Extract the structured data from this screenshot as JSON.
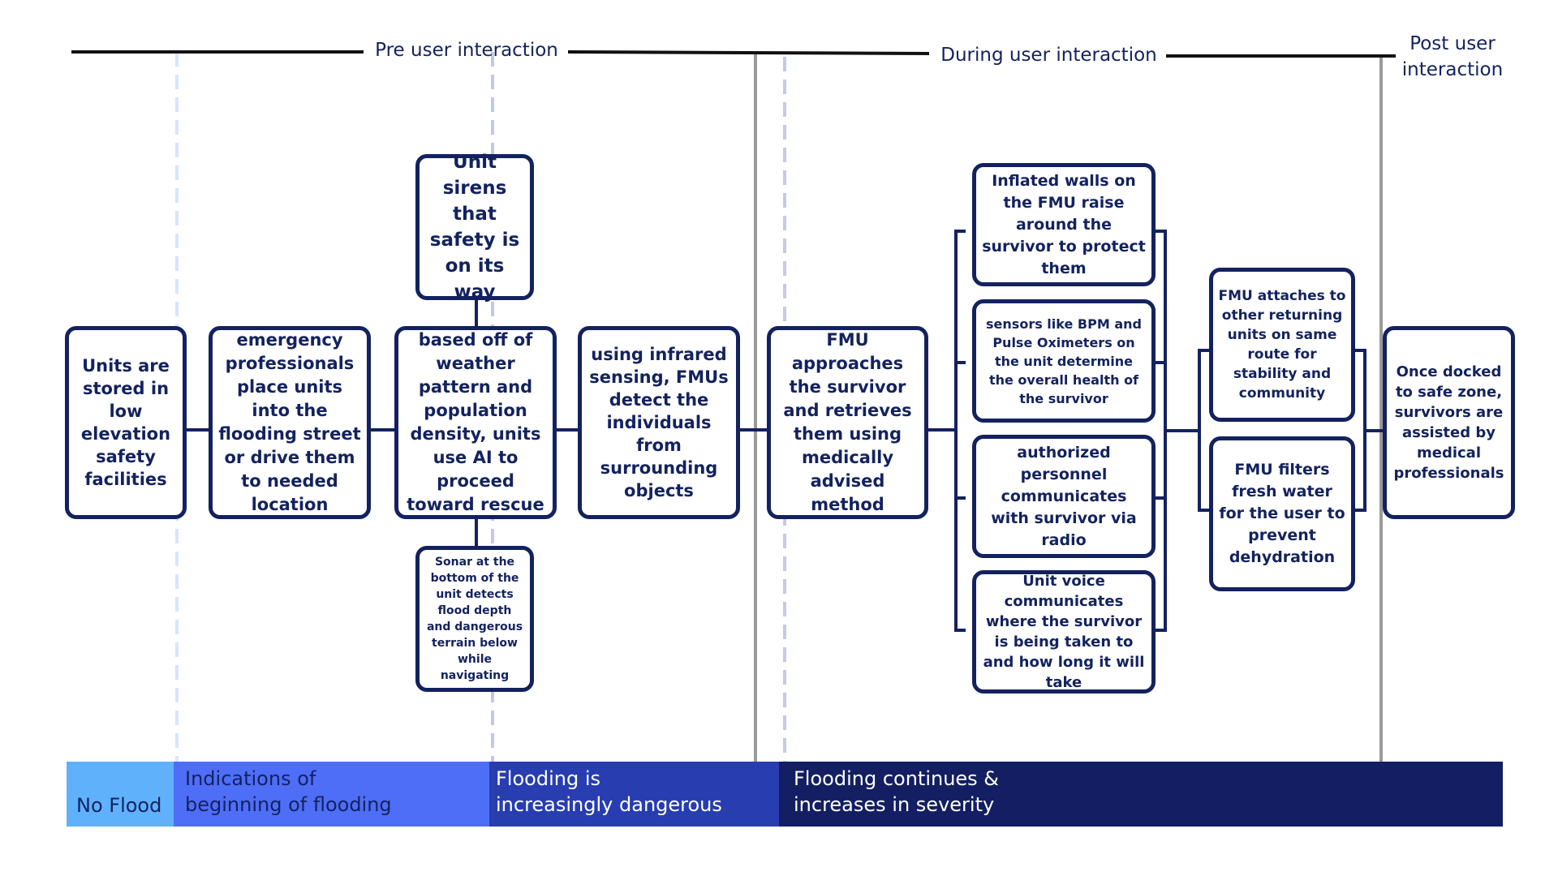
{
  "colors": {
    "node_border": "#13225f",
    "connector": "#13225f",
    "phase_line": "#111111",
    "divider_gray": "#9a9a9a",
    "divider_dash_light": "#d6e6fb",
    "divider_dash_mid": "#c5c9e0",
    "band_no_flood": "#60b1fb",
    "band_beginning": "#4e6ef7",
    "band_dangerous": "#273db0",
    "band_severe": "#131f62"
  },
  "phases": {
    "pre": "Pre user interaction",
    "during": "During user interaction",
    "post": "Post user interaction"
  },
  "nodes": {
    "stored": "Units are stored in low elevation safety facilities",
    "emergency": "emergency professionals place units into the flooding street or drive them to needed location",
    "sirens": "Unit sirens that safety is on its way",
    "ai": "based off of weather pattern and population density, units use AI to proceed toward rescue",
    "sonar": "Sonar at the bottom of the unit detects flood depth and dangerous terrain below while navigating",
    "infrared": "using infrared sensing, FMUs detect the individuals from surrounding objects",
    "approach": "FMU approaches the survivor and retrieves them using medically advised method",
    "walls": "Inflated walls on the FMU raise around the survivor to protect them",
    "sensors": "sensors like BPM and Pulse Oximeters on the unit determine the overall health of the survivor",
    "radio": "authorized personnel communicates with survivor via radio",
    "voice": "Unit voice communicates where the survivor is being taken to and how long it will take",
    "attach": "FMU attaches to other returning units on same route for stability and community",
    "filter": "FMU filters fresh water for the user to prevent dehydration",
    "docked": "Once docked to safe zone, survivors are assisted by medical professionals"
  },
  "bands": {
    "no_flood": "No Flood",
    "beginning": "Indications of beginning of flooding",
    "dangerous": "Flooding is increasingly dangerous",
    "severe": "Flooding continues & increases in severity"
  }
}
